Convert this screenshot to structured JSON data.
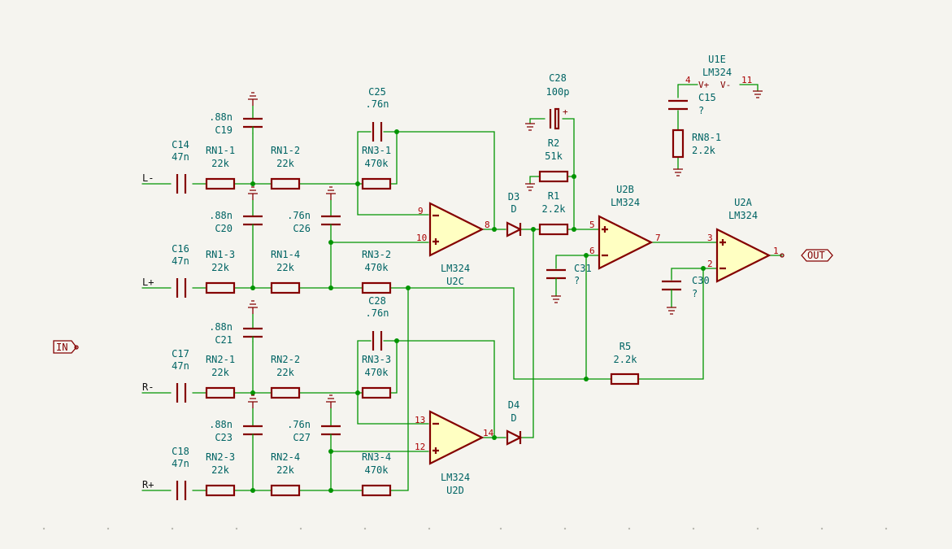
{
  "components": {
    "C14": {
      "ref": "C14",
      "value": "47n"
    },
    "C16": {
      "ref": "C16",
      "value": "47n"
    },
    "C17": {
      "ref": "C17",
      "value": "47n"
    },
    "C18": {
      "ref": "C18",
      "value": "47n"
    },
    "C19": {
      "ref": "C19",
      "value": ".88n"
    },
    "C20": {
      "ref": "C20",
      "value": ".88n"
    },
    "C21": {
      "ref": "C21",
      "value": ".88n"
    },
    "C23": {
      "ref": "C23",
      "value": ".88n"
    },
    "C26": {
      "ref": "C26",
      "value": ".76n"
    },
    "C27": {
      "ref": "C27",
      "value": ".76n"
    },
    "C25": {
      "ref": "C25",
      "value": ".76n"
    },
    "C28a": {
      "ref": "C28",
      "value": ".76n"
    },
    "C28b": {
      "ref": "C28",
      "value": "100p"
    },
    "C15": {
      "ref": "C15",
      "value": "?"
    },
    "C31": {
      "ref": "C31",
      "value": "?"
    },
    "C30": {
      "ref": "C30",
      "value": "?"
    },
    "RN1_1": {
      "ref": "RN1-1",
      "value": "22k"
    },
    "RN1_2": {
      "ref": "RN1-2",
      "value": "22k"
    },
    "RN1_3": {
      "ref": "RN1-3",
      "value": "22k"
    },
    "RN1_4": {
      "ref": "RN1-4",
      "value": "22k"
    },
    "RN2_1": {
      "ref": "RN2-1",
      "value": "22k"
    },
    "RN2_2": {
      "ref": "RN2-2",
      "value": "22k"
    },
    "RN2_3": {
      "ref": "RN2-3",
      "value": "22k"
    },
    "RN2_4": {
      "ref": "RN2-4",
      "value": "22k"
    },
    "RN3_1": {
      "ref": "RN3-1",
      "value": "470k"
    },
    "RN3_2": {
      "ref": "RN3-2",
      "value": "470k"
    },
    "RN3_3": {
      "ref": "RN3-3",
      "value": "470k"
    },
    "RN3_4": {
      "ref": "RN3-4",
      "value": "470k"
    },
    "RN8_1": {
      "ref": "RN8-1",
      "value": "2.2k"
    },
    "R1": {
      "ref": "R1",
      "value": "2.2k"
    },
    "R2": {
      "ref": "R2",
      "value": "51k"
    },
    "R5": {
      "ref": "R5",
      "value": "2.2k"
    },
    "D3": {
      "ref": "D3",
      "value": "D"
    },
    "D4": {
      "ref": "D4",
      "value": "D"
    },
    "U2C": {
      "ref": "U2C",
      "value": "LM324",
      "pin_minus": "9",
      "pin_plus": "10",
      "pin_out": "8"
    },
    "U2D": {
      "ref": "U2D",
      "value": "LM324",
      "pin_minus": "13",
      "pin_plus": "12",
      "pin_out": "14"
    },
    "U2B": {
      "ref": "U2B",
      "value": "LM324",
      "pin_plus": "5",
      "pin_minus": "6",
      "pin_out": "7"
    },
    "U2A": {
      "ref": "U2A",
      "value": "LM324",
      "pin_plus": "3",
      "pin_minus": "2",
      "pin_out": "1"
    },
    "U1E": {
      "ref": "U1E",
      "value": "LM324",
      "pin_vp": "4",
      "pin_vn": "11",
      "name_vp": "V+",
      "name_vn": "V-"
    }
  },
  "nets": {
    "l_minus": "L-",
    "l_plus": "L+",
    "r_minus": "R-",
    "r_plus": "R+"
  },
  "ports": {
    "in": "IN",
    "out": "OUT"
  }
}
